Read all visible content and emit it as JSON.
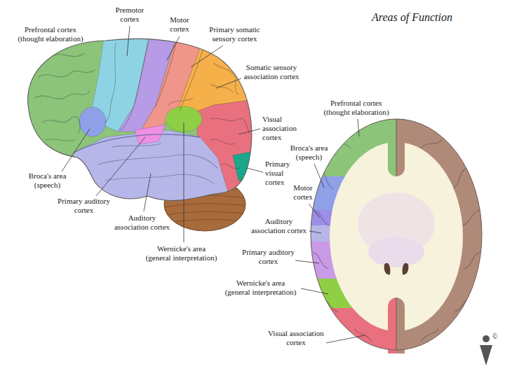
{
  "diagram": {
    "title": "Areas of Function",
    "labels": [
      "Prefrontal cortex (thought elaboration)",
      "Premotor cortex",
      "Motor cortex",
      "Primary somatic sensory cortex",
      "Somatic sensory association cortex",
      "Visual association cortex",
      "Primary visual cortex",
      "Broca's area (speech)",
      "Primary auditory cortex",
      "Auditory association cortex",
      "Wernicke's area (general interpretation)",
      "Prefrontal cortex (thought elaboration)",
      "Broca's area (speech)",
      "Motor cortex",
      "Auditory association cortex",
      "Primary auditory cortex",
      "Wernicke's area (general interpretation)",
      "Visual association cortex",
      "©"
    ]
  }
}
